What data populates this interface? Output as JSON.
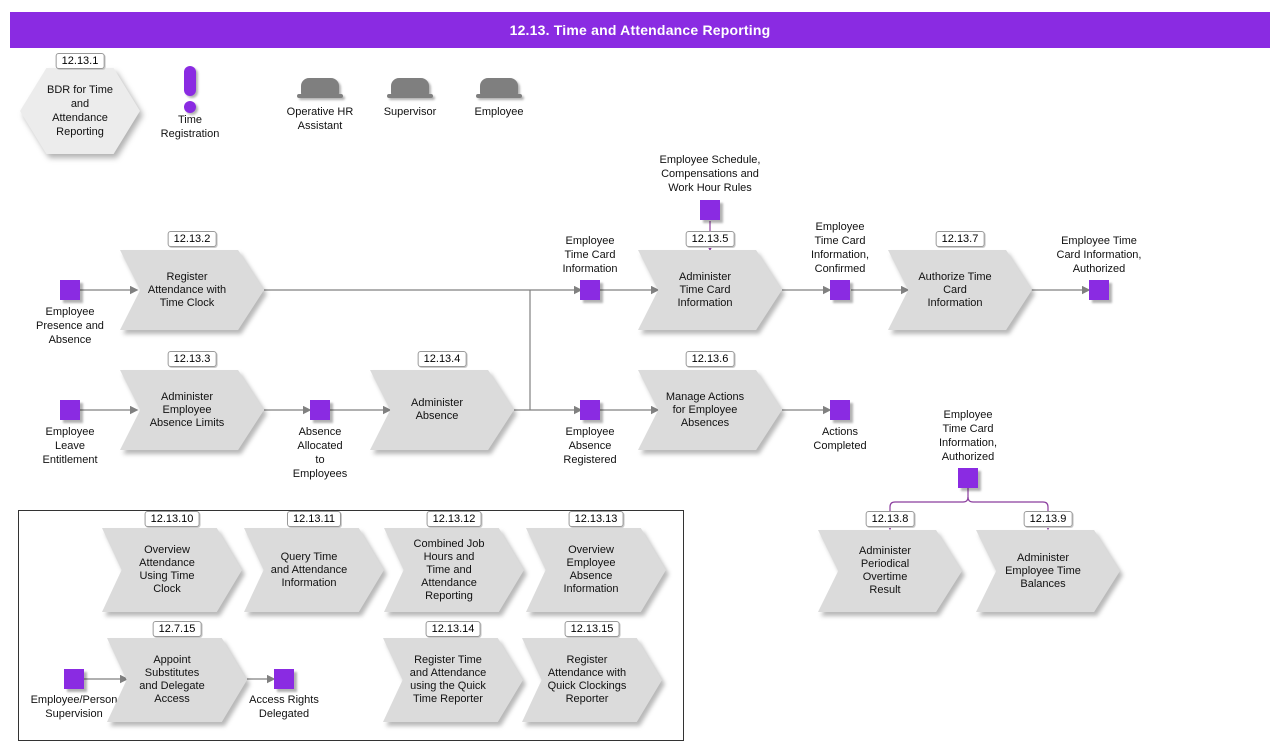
{
  "header": {
    "title": "12.13. Time and Attendance Reporting"
  },
  "colors": {
    "accent_purple": "#8A2BE2",
    "connector_gray": "#808080",
    "connector_violet": "#8B3D9E",
    "shape_gray": "#dbdbdb"
  },
  "bdr": {
    "id": "12.13.1",
    "label": "BDR for Time\nand\nAttendance\nReporting"
  },
  "key": {
    "time_registration": "Time\nRegistration"
  },
  "roles": [
    {
      "name": "Operative HR\nAssistant"
    },
    {
      "name": "Supervisor"
    },
    {
      "name": "Employee"
    }
  ],
  "processes": [
    {
      "id": "12.13.2",
      "label": "Register\nAttendance with\nTime Clock"
    },
    {
      "id": "12.13.3",
      "label": "Administer\nEmployee\nAbsence Limits"
    },
    {
      "id": "12.13.4",
      "label": "Administer\nAbsence"
    },
    {
      "id": "12.13.5",
      "label": "Administer\nTime Card\nInformation"
    },
    {
      "id": "12.13.6",
      "label": "Manage Actions\nfor Employee\nAbsences"
    },
    {
      "id": "12.13.7",
      "label": "Authorize Time\nCard\nInformation"
    },
    {
      "id": "12.13.8",
      "label": "Administer\nPeriodical\nOvertime\nResult"
    },
    {
      "id": "12.13.9",
      "label": "Administer\nEmployee Time\nBalances"
    },
    {
      "id": "12.13.10",
      "label": "Overview\nAttendance\nUsing Time\nClock"
    },
    {
      "id": "12.13.11",
      "label": "Query Time\nand Attendance\nInformation"
    },
    {
      "id": "12.13.12",
      "label": "Combined Job\nHours and\nTime and\nAttendance\nReporting"
    },
    {
      "id": "12.13.13",
      "label": "Overview\nEmployee\nAbsence\nInformation"
    },
    {
      "id": "12.7.15",
      "label": "Appoint\nSubstitutes\nand Delegate\nAccess"
    },
    {
      "id": "12.13.14",
      "label": "Register Time\nand Attendance\nusing the Quick\nTime Reporter"
    },
    {
      "id": "12.13.15",
      "label": "Register\nAttendance with\nQuick Clockings\nReporter"
    }
  ],
  "events": [
    {
      "label": "Employee\nPresence and\nAbsence"
    },
    {
      "label": "Employee\nTime Card\nInformation"
    },
    {
      "label": "Employee\nTime Card\nInformation,\nConfirmed"
    },
    {
      "label": "Employee Time\nCard Information,\nAuthorized"
    },
    {
      "label": "Employee Schedule,\nCompensations and\nWork Hour Rules"
    },
    {
      "label": "Employee\nLeave\nEntitlement"
    },
    {
      "label": "Absence\nAllocated\nto\nEmployees"
    },
    {
      "label": "Employee\nAbsence\nRegistered"
    },
    {
      "label": "Actions\nCompleted"
    },
    {
      "label": "Employee\nTime Card\nInformation,\nAuthorized"
    },
    {
      "label": "Employee/Person\nSupervision"
    },
    {
      "label": "Access Rights\nDelegated"
    }
  ]
}
